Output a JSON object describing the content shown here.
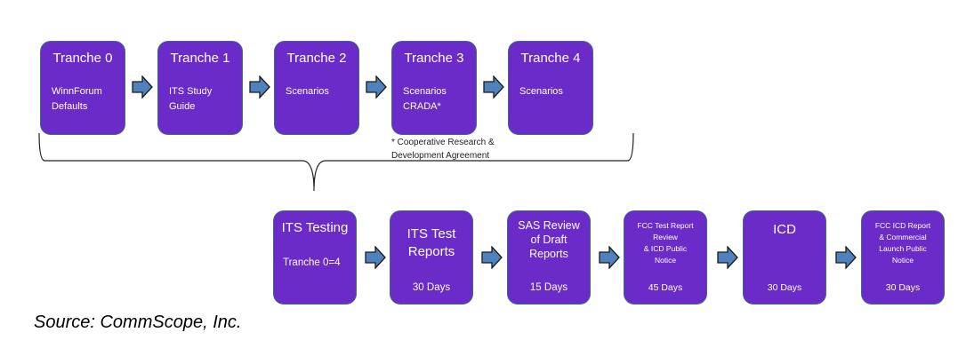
{
  "diagram": {
    "top_row": [
      {
        "title": "Tranche 0",
        "lines": [
          "WinnForum",
          "Defaults"
        ]
      },
      {
        "title": "Tranche 1",
        "lines": [
          "ITS Study",
          "Guide"
        ]
      },
      {
        "title": "Tranche 2",
        "lines": [
          "Scenarios"
        ]
      },
      {
        "title": "Tranche 3",
        "lines": [
          "Scenarios",
          "CRADA*"
        ]
      },
      {
        "title": "Tranche 4",
        "lines": [
          "Scenarios"
        ]
      }
    ],
    "footnote": [
      "* Cooperative  Research &",
      "Development Agreement"
    ],
    "bottom_row": [
      {
        "title": "ITS Testing",
        "sub": "Tranche 0=4",
        "days": ""
      },
      {
        "title_lines": [
          "ITS Test",
          "Reports"
        ],
        "days": "30 Days"
      },
      {
        "title_lines": [
          "SAS Review",
          "of Draft",
          "Reports"
        ],
        "days": "15 Days"
      },
      {
        "title_lines": [
          "FCC Test Report",
          "Review",
          "& ICD Public",
          "Notice"
        ],
        "days": "45 Days"
      },
      {
        "title_lines": [
          "ICD"
        ],
        "days": "30 Days"
      },
      {
        "title_lines": [
          "FCC ICD Report",
          "& Commercial",
          "Launch Public",
          "Notice"
        ],
        "days": "30 Days"
      }
    ],
    "colors": {
      "box_fill": "#6a2bc9",
      "box_border": "#3e6a8a",
      "arrow_fill": "#4f81bd",
      "arrow_stroke": "#1a1a1a"
    }
  },
  "source": "Source: CommScope, Inc."
}
